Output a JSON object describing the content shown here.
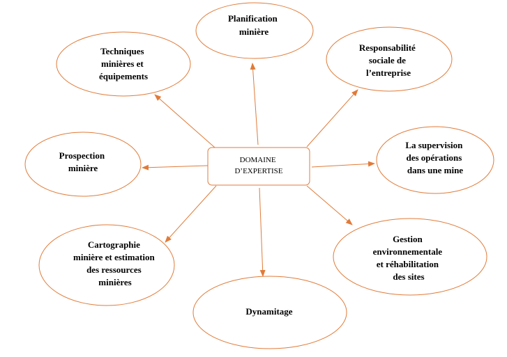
{
  "center": {
    "lines": [
      "DOMAINE",
      "D’EXPERTISE"
    ]
  },
  "nodes": [
    {
      "id": "planification",
      "lines": [
        "Planification",
        "minière"
      ]
    },
    {
      "id": "responsabilite",
      "lines": [
        "Responsabilité",
        "sociale de",
        "l’entreprise"
      ]
    },
    {
      "id": "supervision",
      "lines": [
        "La supervision",
        "des opérations",
        "dans une mine"
      ]
    },
    {
      "id": "gestion",
      "lines": [
        "Gestion",
        "environnementale",
        "et réhabilitation",
        "des sites"
      ]
    },
    {
      "id": "dynamitage",
      "lines": [
        "Dynamitage"
      ]
    },
    {
      "id": "cartographie",
      "lines": [
        "Cartographie",
        "minière et estimation",
        "des ressources",
        "minières"
      ]
    },
    {
      "id": "prospection",
      "lines": [
        "Prospection",
        "minière"
      ]
    },
    {
      "id": "techniques",
      "lines": [
        "Techniques",
        "minières et",
        "équipements"
      ]
    }
  ],
  "colors": {
    "accent": "#E07B39",
    "text": "#000000",
    "background": "#FFFFFF"
  }
}
